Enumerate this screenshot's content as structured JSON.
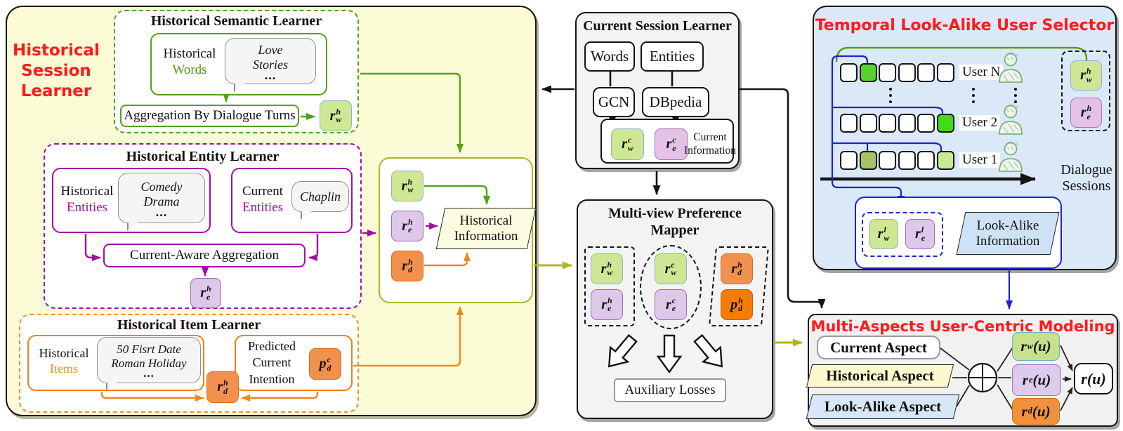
{
  "colors": {
    "accent_red": "#ff1a1a",
    "green": "#55a018",
    "purple": "#a010a0",
    "orange": "#f59122",
    "olive": "#b2b428",
    "blue": "#2121cf",
    "panel_yellow": "#fbfcd6",
    "panel_blue": "#dbe8f8",
    "panel_gray": "#f3f3f3"
  },
  "historical_session_learner": {
    "label": [
      "Historical",
      "Session",
      "Learner"
    ],
    "semantic": {
      "title": "Historical Semantic Learner",
      "input": [
        "Historical",
        "Words"
      ],
      "bubble": [
        "Love",
        "Stories",
        "..."
      ],
      "aggregation": "Aggregation By Dialogue Turns",
      "out": {
        "base": "r",
        "sub": "w",
        "sup": "h"
      }
    },
    "entity": {
      "title": "Historical Entity Learner",
      "hist": [
        "Historical",
        "Entities"
      ],
      "hist_bubble": [
        "Comedy",
        "Drama",
        "..."
      ],
      "curr": [
        "Current",
        "Entities"
      ],
      "curr_bubble": "Chaplin",
      "aggregation": "Current-Aware Aggregation",
      "out": {
        "base": "r",
        "sub": "e",
        "sup": "h"
      }
    },
    "item": {
      "title": "Historical Item Learner",
      "hist": [
        "Historical",
        "Items"
      ],
      "bubble": [
        "50 Fisrt Date",
        "Roman Holiday",
        "..."
      ],
      "pred": [
        "Predicted",
        "Current",
        "Intention"
      ],
      "pred_chip": {
        "base": "p",
        "sub": "d",
        "sup": "c"
      },
      "out": {
        "base": "r",
        "sub": "d",
        "sup": "h"
      }
    },
    "fusion": {
      "chip_w": {
        "base": "r",
        "sub": "w",
        "sup": "h"
      },
      "chip_e": {
        "base": "r",
        "sub": "e",
        "sup": "h"
      },
      "chip_d": {
        "base": "r",
        "sub": "d",
        "sup": "h"
      },
      "info": [
        "Historical",
        "Information"
      ]
    }
  },
  "current_session_learner": {
    "title": "Current Session Learner",
    "words": "Words",
    "entities": "Entities",
    "gcn": "GCN",
    "dbpedia": "DBpedia",
    "chip_w": {
      "base": "r",
      "sub": "w",
      "sup": "c"
    },
    "chip_e": {
      "base": "r",
      "sub": "e",
      "sup": "c"
    },
    "info": [
      "Current",
      "Information"
    ]
  },
  "preference_mapper": {
    "title": [
      "Multi-view Preference",
      "Mapper"
    ],
    "hist_group": {
      "chip_w": {
        "base": "r",
        "sub": "w",
        "sup": "h"
      },
      "chip_e": {
        "base": "r",
        "sub": "e",
        "sup": "h"
      }
    },
    "curr_group": {
      "chip_w": {
        "base": "r",
        "sub": "w",
        "sup": "c"
      },
      "chip_e": {
        "base": "r",
        "sub": "e",
        "sup": "c"
      }
    },
    "item_group": {
      "chip_r": {
        "base": "r",
        "sub": "d",
        "sup": "h"
      },
      "chip_p": {
        "base": "p",
        "sub": "d",
        "sup": "h"
      }
    },
    "aux": "Auxiliary Losses"
  },
  "temporal_selector": {
    "title": "Temporal Look-Alike User Selector",
    "rows": [
      {
        "label": "User N",
        "highlights": [
          {
            "index": 1,
            "color": "#55d22b"
          }
        ]
      },
      {
        "label": "User 2",
        "highlights": [
          {
            "index": 5,
            "color": "#3fdd13"
          }
        ]
      },
      {
        "label": "User 1",
        "highlights": [
          {
            "index": 1,
            "color": "#a6c168"
          },
          {
            "index": 5,
            "color": "#c3ec95"
          }
        ]
      }
    ],
    "axis": [
      "Dialogue",
      "Sessions"
    ],
    "chip_wl": {
      "base": "r",
      "sub": "w",
      "sup": "l"
    },
    "chip_el": {
      "base": "r",
      "sub": "e",
      "sup": "l"
    },
    "info": [
      "Look-Alike",
      "Information"
    ],
    "chip_wh": {
      "base": "r",
      "sub": "w",
      "sup": "h"
    },
    "chip_eh": {
      "base": "r",
      "sub": "e",
      "sup": "h"
    }
  },
  "user_modeling": {
    "title": "Multi-Aspects User-Centric Modeling",
    "aspects": [
      "Current Aspect",
      "Historical Aspect",
      "Look-Alike Aspect"
    ],
    "chip_w": {
      "base": "r",
      "sub": "w",
      "suffix": "(u)"
    },
    "chip_e": {
      "base": "r",
      "sub": "e",
      "suffix": "(u)"
    },
    "chip_d": {
      "base": "r",
      "sub": "d",
      "suffix": "(u)"
    },
    "out": {
      "base": "r",
      "suffix": "(u)"
    }
  }
}
